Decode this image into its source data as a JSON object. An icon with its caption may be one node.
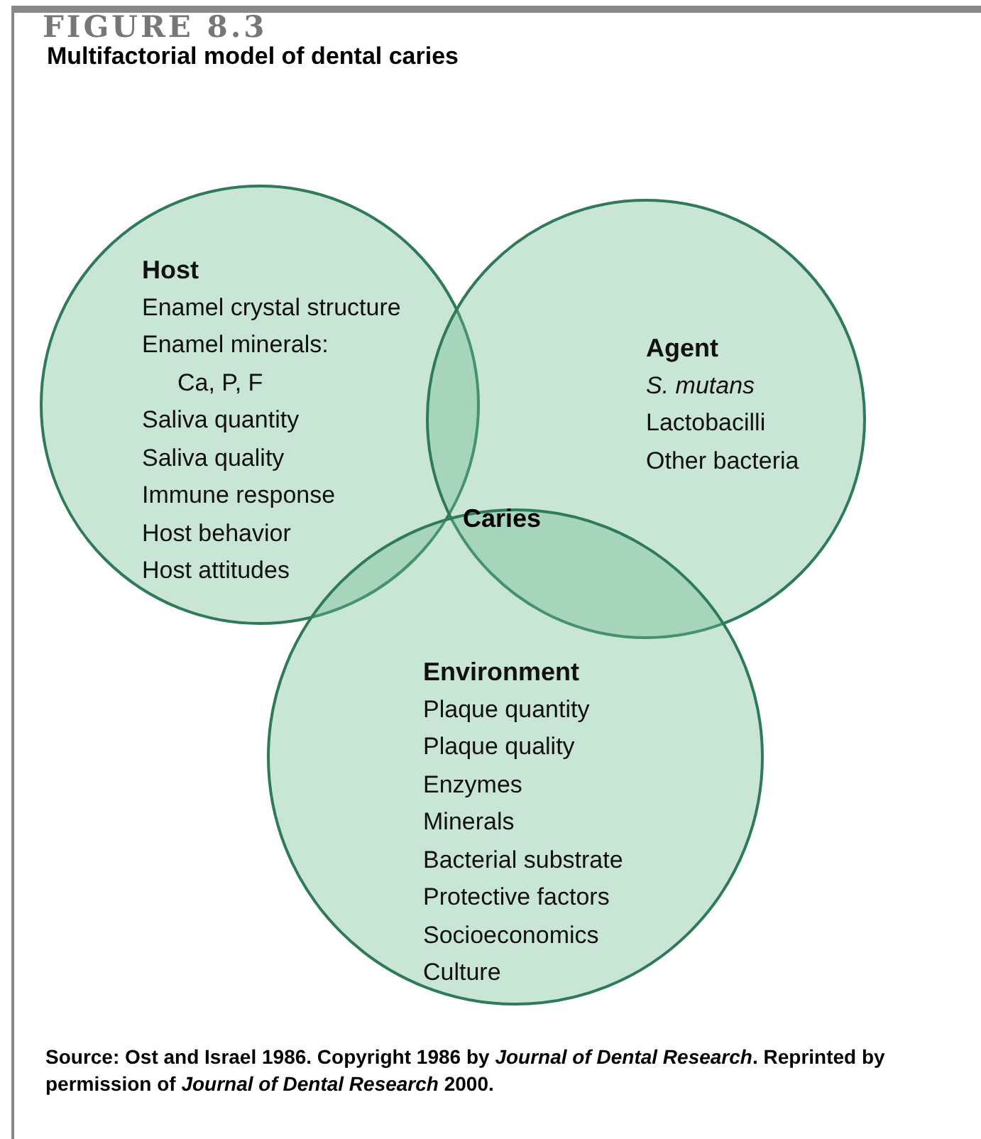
{
  "diagram": {
    "title": "FIGURE 8.3",
    "caption": "Source: Ost and Israel 1986. Copyright 1986 by *Journal of Dental Research*. Reprinted by permission of *Journal of Dental Research* 2000.",
    "nodes": [
      {
        "text": [
          "Host",
          "Enamel crystal structure",
          "Enamel minerals:",
          "Ca, P, F",
          "Saliva quantity",
          "Saliva quality",
          "Immune response",
          "Host behavior",
          "Host attitudes"
        ]
      },
      {
        "text": [
          "Agent",
          "*S. mutans*",
          "Lactobacilli",
          "Other bacteria"
        ]
      },
      {
        "text": [
          "Environment",
          "Plaque quantity",
          "Plaque quality",
          "Enzymes",
          "Minerals",
          "Bacterial substrate",
          "Protective factors",
          "Socioeconomics",
          "Culture"
        ]
      }
    ],
    "edges": [],
    "labels": [
      "Multifactorial model of dental caries",
      "Caries"
    ]
  }
}
